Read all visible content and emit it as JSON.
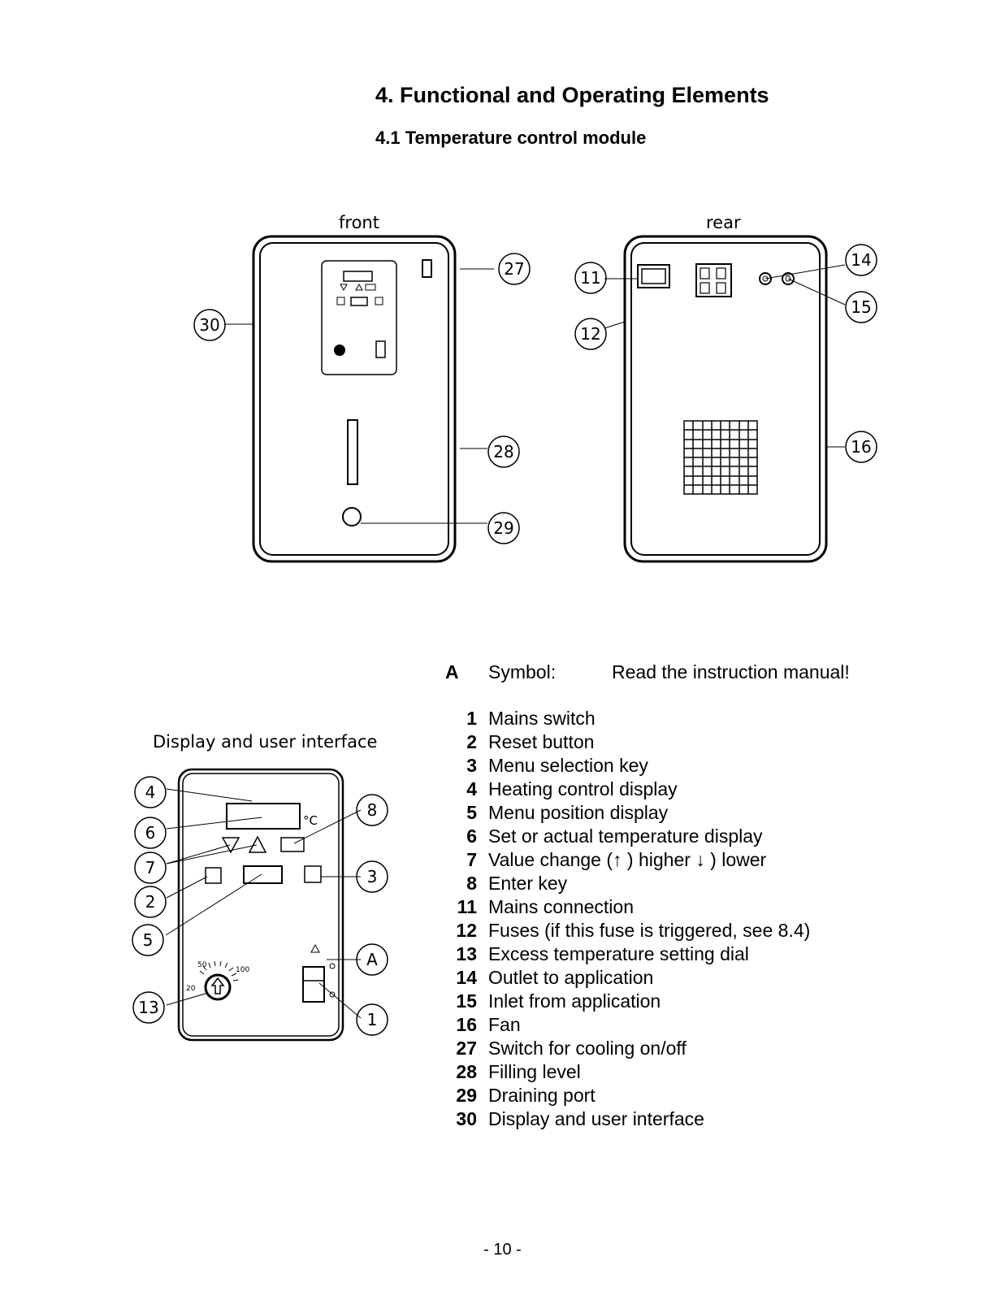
{
  "heading": {
    "title": "4. Functional and Operating Elements",
    "subtitle": "4.1 Temperature control module"
  },
  "figure": {
    "front_label": "front",
    "rear_label": "rear",
    "panel_caption": "Display and user interface",
    "callouts_front": [
      "27",
      "30",
      "28",
      "29"
    ],
    "callouts_rear": [
      "11",
      "12",
      "14",
      "15",
      "16"
    ],
    "callouts_panel": [
      "4",
      "6",
      "7",
      "2",
      "5",
      "13",
      "8",
      "3",
      "A",
      "1"
    ],
    "panel_unit": "°C",
    "dial_ticks": [
      "50",
      "100",
      "20"
    ]
  },
  "legend": {
    "symbol_key": "A",
    "symbol_label": "Symbol:",
    "symbol_desc": "Read the instruction manual!",
    "items": [
      {
        "key": "1",
        "text": "Mains switch"
      },
      {
        "key": "2",
        "text": "Reset button"
      },
      {
        "key": "3",
        "text": "Menu selection key"
      },
      {
        "key": "4",
        "text": "Heating control display"
      },
      {
        "key": "5",
        "text": "Menu position display"
      },
      {
        "key": "6",
        "text": "Set or actual temperature display"
      },
      {
        "key": "7",
        "text": "Value change (↑ ) higher ↓  ) lower"
      },
      {
        "key": "8",
        "text": "Enter key"
      },
      {
        "key": "11",
        "text": "Mains connection"
      },
      {
        "key": "12",
        "text": "Fuses (if this fuse is triggered, see 8.4)"
      },
      {
        "key": "13",
        "text": "Excess temperature setting dial"
      },
      {
        "key": "14",
        "text": "Outlet to application"
      },
      {
        "key": "15",
        "text": "Inlet from application"
      },
      {
        "key": "16",
        "text": "Fan"
      },
      {
        "key": "27",
        "text": "Switch for cooling on/off"
      },
      {
        "key": "28",
        "text": "Filling level"
      },
      {
        "key": "29",
        "text": "Draining port"
      },
      {
        "key": "30",
        "text": "Display and user interface"
      }
    ]
  },
  "page_number": "- 10 -"
}
